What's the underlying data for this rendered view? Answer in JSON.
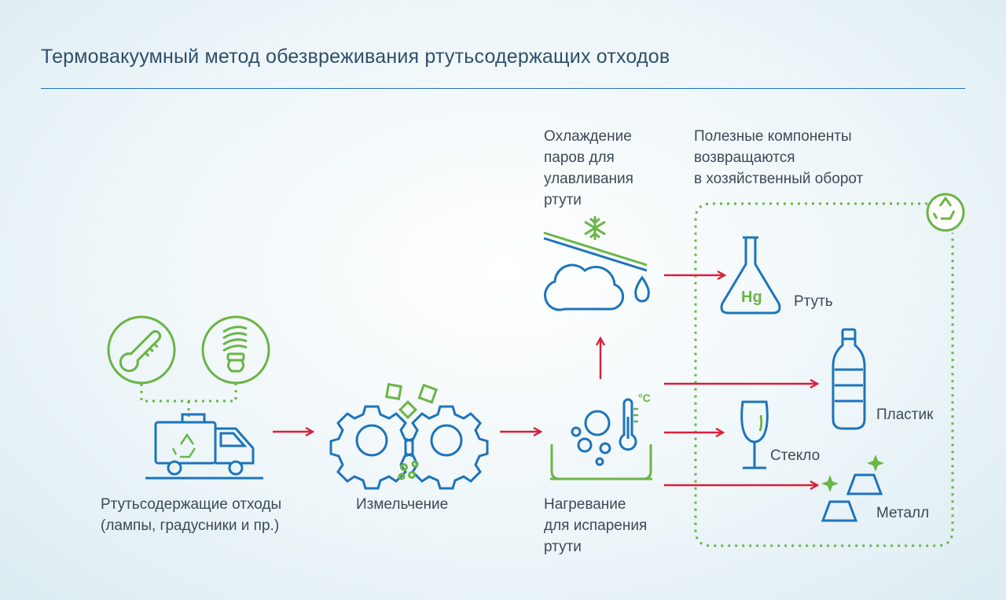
{
  "title": "Термовакуумный метод обезвреживания ртутьсодержащих отходов",
  "colors": {
    "blue": "#1d74bb",
    "green": "#6ab545",
    "red": "#d6213a",
    "title": "#2f4f6a",
    "text": "#3c4a56"
  },
  "steps": {
    "waste": "Ртутьсодержащие отходы\n(лампы, градусники и пр.)",
    "shredding": "Измельчение",
    "heating": "Нагревание\nдля испарения\nртути",
    "cooling": "Охлаждение\nпаров для\nулавливания\nртути",
    "useful": "Полезные компоненты\nвозвращаются\nв хозяйственный оборот"
  },
  "outputs": {
    "mercury": "Ртуть",
    "mercury_symbol": "Hg",
    "plastic": "Пластик",
    "glass": "Стекло",
    "metal": "Металл"
  },
  "temperature_unit": "°C",
  "icons": [
    "thermometer-icon",
    "energy-saving-lamp-icon",
    "recycling-truck-icon",
    "gears-icon",
    "heating-bath-icon",
    "cloud-condenser-icon",
    "snowflake-icon",
    "flask-icon",
    "bottle-icon",
    "wine-glass-icon",
    "metal-ingots-icon",
    "recycle-icon"
  ]
}
